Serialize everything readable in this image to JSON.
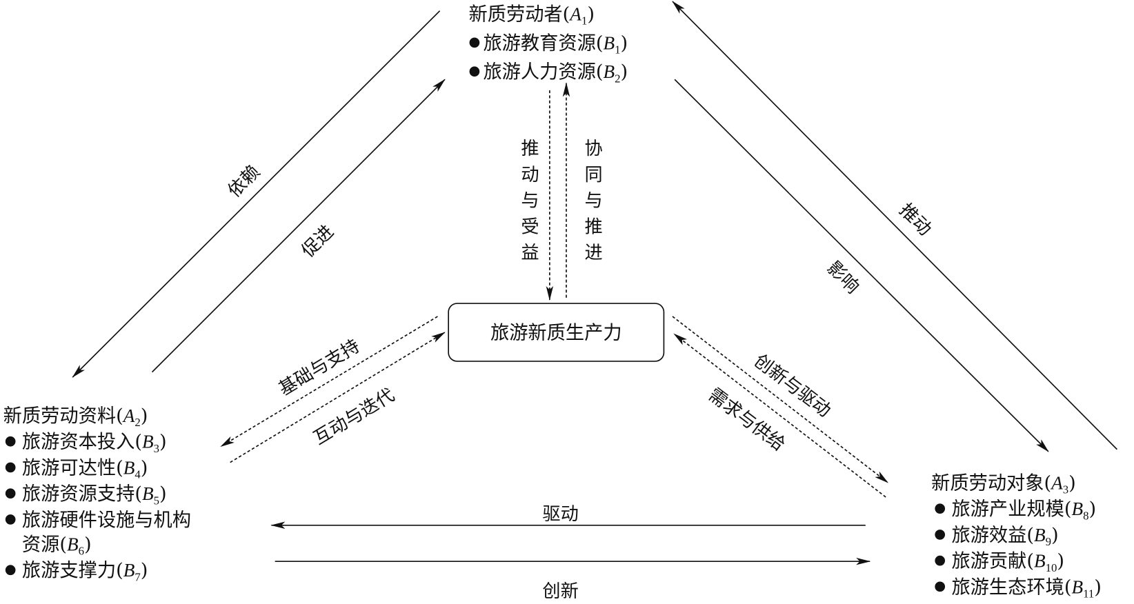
{
  "center": {
    "label": "旅游新质生产力"
  },
  "nodes": {
    "top": {
      "title": {
        "text": "新质劳动者",
        "var": "A",
        "sub": "1"
      },
      "items": [
        {
          "text": "旅游教育资源",
          "var": "B",
          "sub": "1"
        },
        {
          "text": "旅游人力资源",
          "var": "B",
          "sub": "2"
        }
      ]
    },
    "left": {
      "title": {
        "text": "新质劳动资料",
        "var": "A",
        "sub": "2"
      },
      "items": [
        {
          "text": "旅游资本投入",
          "var": "B",
          "sub": "3"
        },
        {
          "text": "旅游可达性",
          "var": "B",
          "sub": "4"
        },
        {
          "text": "旅游资源支持",
          "var": "B",
          "sub": "5"
        },
        {
          "text": "旅游硬件设施与机构",
          "cont": "资源",
          "var": "B",
          "sub": "6"
        },
        {
          "text": "旅游支撑力",
          "var": "B",
          "sub": "7"
        }
      ]
    },
    "right": {
      "title": {
        "text": "新质劳动对象",
        "var": "A",
        "sub": "3"
      },
      "items": [
        {
          "text": "旅游产业规模",
          "var": "B",
          "sub": "8"
        },
        {
          "text": "旅游效益",
          "var": "B",
          "sub": "9"
        },
        {
          "text": "旅游贡献",
          "var": "B",
          "sub": "10"
        },
        {
          "text": "旅游生态环境",
          "var": "B",
          "sub": "11"
        }
      ]
    }
  },
  "edges": [
    {
      "id": "yilai",
      "label": "依赖",
      "style": "solid"
    },
    {
      "id": "cujin",
      "label": "促进",
      "style": "solid"
    },
    {
      "id": "tuidong",
      "label": "推动",
      "style": "solid"
    },
    {
      "id": "yingxiang",
      "label": "影响",
      "style": "solid"
    },
    {
      "id": "tuidong-shouyi",
      "label": "推动与受益",
      "style": "dashed"
    },
    {
      "id": "xietong-tuijin",
      "label": "协同与推进",
      "style": "dashed"
    },
    {
      "id": "jichu-zhichi",
      "label": "基础与支持",
      "style": "dashed"
    },
    {
      "id": "hudong-diedai",
      "label": "互动与迭代",
      "style": "dashed"
    },
    {
      "id": "chuangxin-qudong",
      "label": "创新与驱动",
      "style": "dashed"
    },
    {
      "id": "xuqiu-gongji",
      "label": "需求与供给",
      "style": "dashed"
    },
    {
      "id": "qudong",
      "label": "驱动",
      "style": "solid"
    },
    {
      "id": "chuangxin",
      "label": "创新",
      "style": "solid"
    }
  ],
  "colors": {
    "ink": "#111111",
    "background": "#ffffff"
  }
}
